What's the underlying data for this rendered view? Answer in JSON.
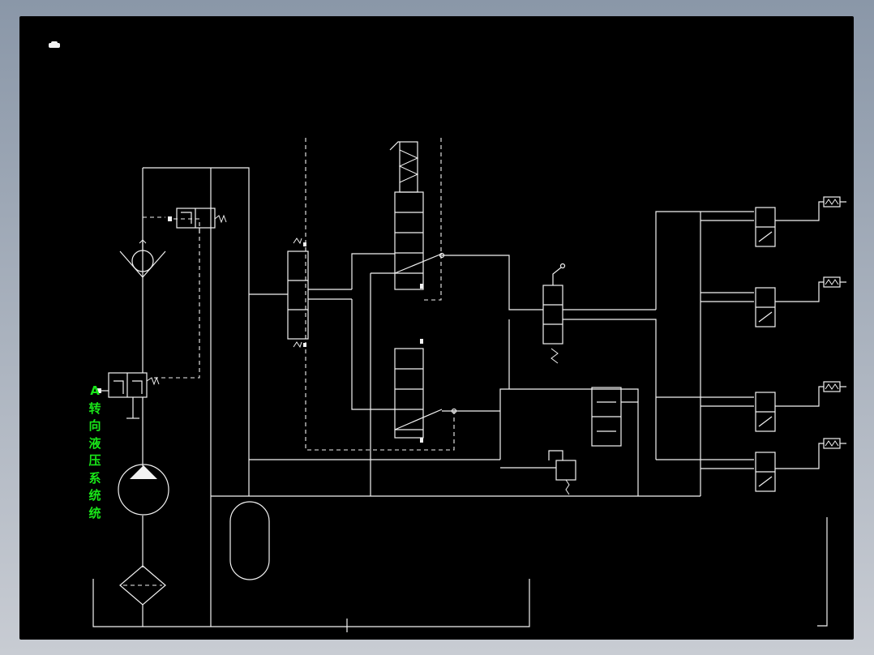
{
  "drawing": {
    "label_lines": [
      "A",
      "转",
      "向",
      "液",
      "压",
      "系",
      "统",
      "统"
    ]
  },
  "colors": {
    "background": "#000000",
    "lines": "#f2f2f2",
    "label": "#19e619",
    "frame_bg": "#8a97a8"
  },
  "icons": [
    "cad-logo-icon"
  ]
}
